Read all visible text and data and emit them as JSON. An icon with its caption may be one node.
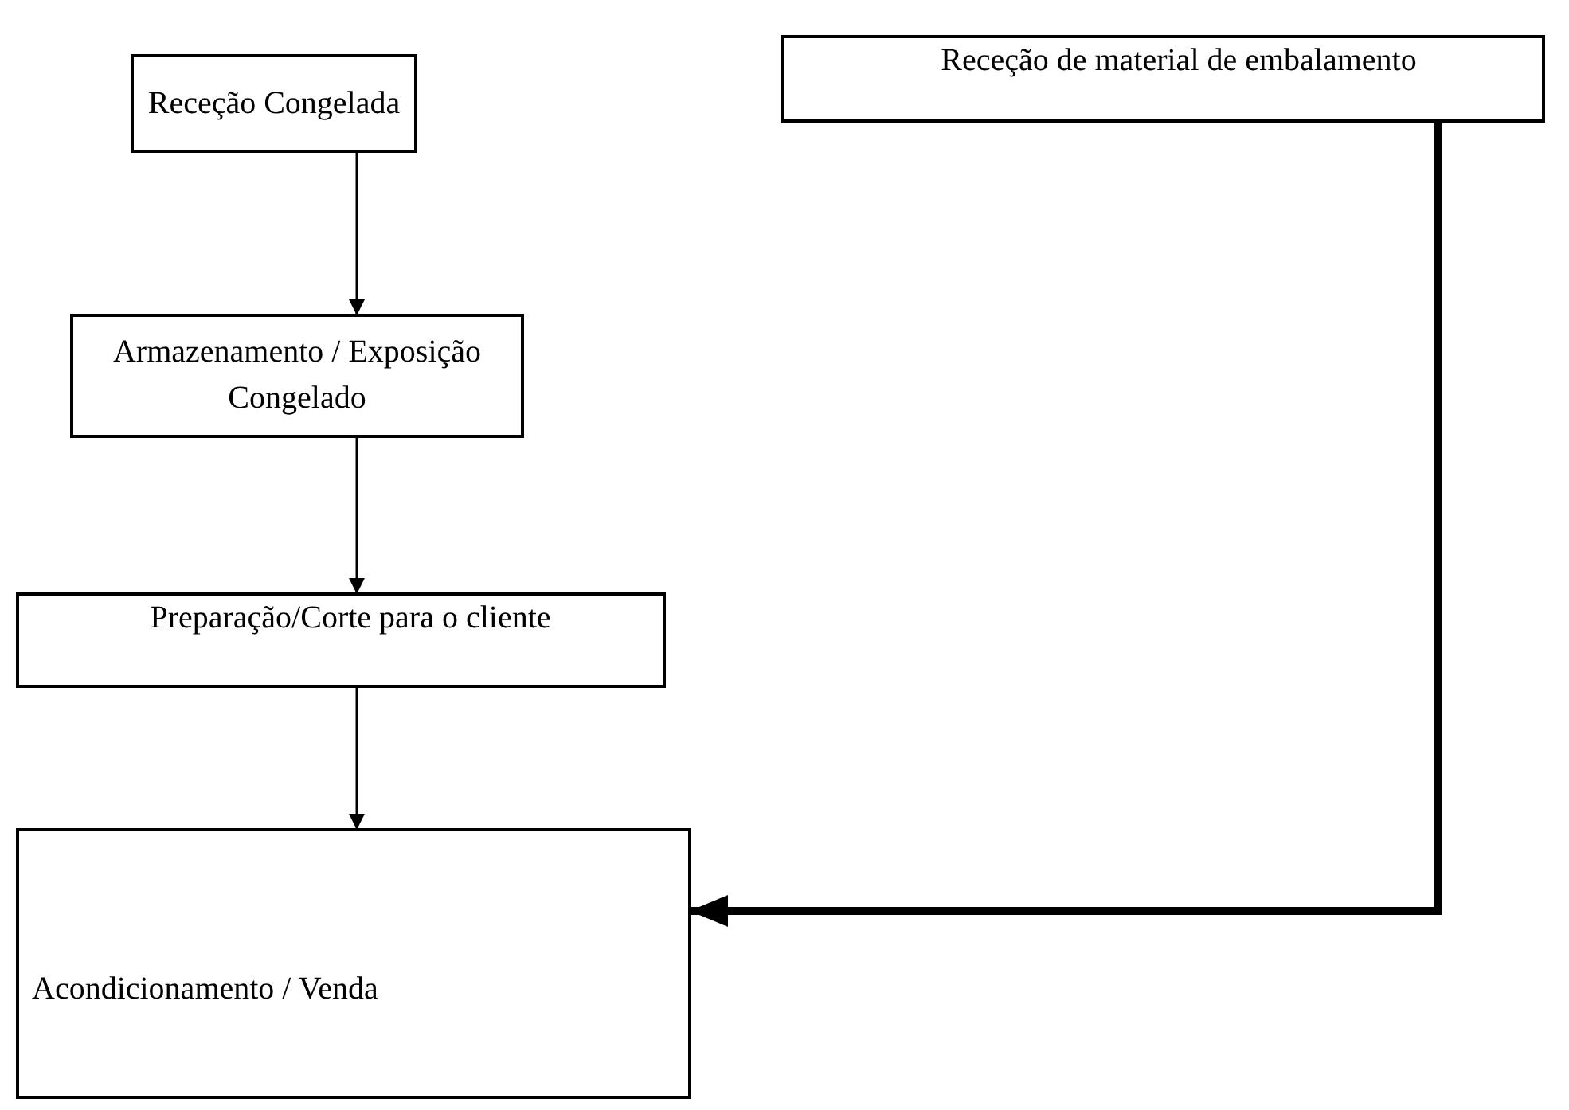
{
  "diagram": {
    "nodes": [
      {
        "text": [
          "Receção Congelada"
        ]
      },
      {
        "text": [
          "Receção de material de embalamento"
        ]
      },
      {
        "text": [
          "Armazenamento / Exposição Congelado"
        ]
      },
      {
        "text": [
          "Preparação/Corte para o cliente"
        ]
      },
      {
        "text": [
          "Acondicionamento / Venda"
        ]
      }
    ],
    "edges": [
      {
        "from": 0,
        "to": 2,
        "arrow": "to"
      },
      {
        "from": 2,
        "to": 3,
        "arrow": "to"
      },
      {
        "from": 3,
        "to": 4,
        "arrow": "to"
      },
      {
        "from": 1,
        "to": 4,
        "arrow": "to",
        "style": "thick"
      }
    ]
  }
}
